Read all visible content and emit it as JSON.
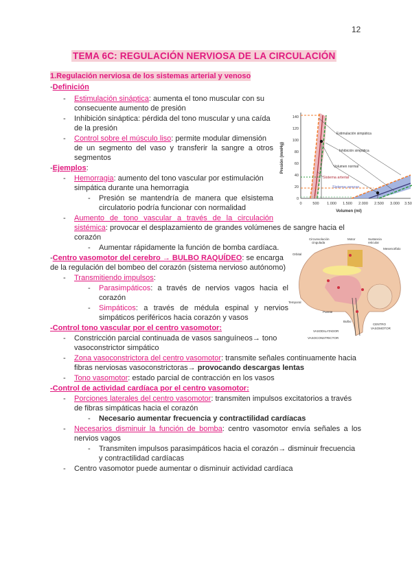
{
  "page_number": "12",
  "title": "TEMA 6C: REGULACIÓN NERVIOSA DE LA CIRCULACIÓN",
  "section1": {
    "heading": "1.Regulación nerviosa de los sistemas arterial y venoso",
    "definicion_label": "Definición",
    "definicion_items": [
      {
        "term": "Estimulación sináptica",
        "text1": ": aumenta el tono muscular con su",
        "text2": "consecuente aumento de presión"
      },
      {
        "term": "",
        "text1": "Inhibición sináptica: pérdida del tono muscular y una caída",
        "text2": "de la presión"
      },
      {
        "term": "Control sobre el músculo liso",
        "text1": ": permite modular dimensión",
        "text2": "de un segmento del vaso y transferir la sangre a otros",
        "text3": "segmentos"
      }
    ],
    "ejemplos_label": "Ejemplos",
    "ejemplos_items": [
      {
        "term": "Hemorragia",
        "text1": ": aumento del tono vascular por estimulación",
        "text2": "simpática durante una hemorragia",
        "sub": {
          "text1": "Presión se mantendría de manera que elsistema",
          "text2": "circulatorio podría funcionar con normalidad"
        }
      },
      {
        "term1": "Aumento de tono vascular a través de la circulación",
        "term2": "sistémica",
        "text1": ": provocar el desplazamiento de grandes volúmenes de sangre hacia el",
        "text2": "corazón",
        "sub": {
          "text1": "Aumentar rápidamente la función de bomba cardíaca."
        }
      }
    ]
  },
  "centro": {
    "heading": "Centro vasomotor del cerebro → BULBO RAQUÍDEO",
    "text1": ": se encarga",
    "text2": "de la regulación del bombeo del corazón (sistema nervioso autónomo)",
    "item_term": "Transmitiendo impulsos",
    "item_suffix": ":",
    "subitems": [
      {
        "term": "Parasimpáticos",
        "text1": ": a través de nervios vagos hacia el",
        "text2": "corazón"
      },
      {
        "term": "Simpáticos",
        "text1": ": a través de médula espinal y nervios",
        "text2": "simpáticos periféricos hacia corazón y vasos"
      }
    ]
  },
  "tono": {
    "heading": "-Control tono vascular por el centro vasomotor:",
    "items": [
      {
        "text1": "Constricción parcial continuada de vasos sanguíneos→ tono",
        "text2": "vasoconstrictor simpático"
      },
      {
        "term": "Zona vasoconstrictora del centro vasomotor",
        "text1": ": transmite señales continuamente hacia",
        "text2": "fibras nerviosas vasoconstrictoras→ ",
        "bold2": "provocando descargas lentas"
      },
      {
        "term": "Tono vasomotor",
        "text1": ": estado parcial de contracción en los vasos"
      }
    ]
  },
  "cardiaca": {
    "heading": "-Control de actividad cardíaca por el centro vasomotor:",
    "items": [
      {
        "term": "Porciones laterales del centro vasomotor",
        "text1": ": transmiten impulsos excitatorios a través",
        "text2": "de fibras simpáticas hacia el corazón",
        "sub": "Necesario aumentar frecuencia y contractilidad cardíacas"
      },
      {
        "term": "Necesarios disminuir la función de bomba",
        "text1": ": centro vasomotor envía señales a los",
        "text2": "nervios vagos",
        "sub1": "Transmiten impulsos parasimpáticos hacia el corazón→ disminuir frecuencia",
        "sub2": "y contractilidad cardíacas"
      },
      {
        "text1": "Centro vasomotor puede aumentar o disminuir actividad cardíaca"
      }
    ]
  },
  "chart_data": {
    "type": "line",
    "title": "",
    "xlabel": "Volumen (ml)",
    "ylabel": "Presión (mmHg)",
    "x_ticks": [
      "0",
      "500",
      "1.000",
      "1.500",
      "2.000",
      "2.500",
      "3.000",
      "3.500"
    ],
    "y_ticks": [
      "0",
      "20",
      "40",
      "60",
      "80",
      "100",
      "120",
      "140"
    ],
    "xlim": [
      0,
      3500
    ],
    "ylim": [
      0,
      150
    ],
    "series": [
      {
        "name": "Sistema arterial (normal)",
        "color": "#b0303c",
        "x": [
          450,
          550,
          650,
          750
        ],
        "y": [
          0,
          40,
          100,
          145
        ]
      },
      {
        "name": "Sistema arterial (estimulación simpática)",
        "color": "#f07a2a",
        "x": [
          300,
          450,
          600,
          650
        ],
        "y": [
          0,
          40,
          110,
          150
        ]
      },
      {
        "name": "Sistema arterial (inhibición simpática)",
        "color": "#2a9a3a",
        "x": [
          500,
          650,
          750,
          800
        ],
        "y": [
          0,
          40,
          110,
          145
        ]
      },
      {
        "name": "Sistema venoso (normal)",
        "color": "#3a3a7a",
        "x": [
          2200,
          3500
        ],
        "y": [
          0,
          25
        ]
      },
      {
        "name": "Sistema venoso (estimulación simpática)",
        "color": "#f07a2a",
        "x": [
          1600,
          3500
        ],
        "y": [
          0,
          37
        ]
      },
      {
        "name": "Sistema venoso (inhibición simpática)",
        "color": "#2a9a3a",
        "x": [
          2500,
          3600
        ],
        "y": [
          0,
          25
        ]
      }
    ],
    "points": [
      {
        "label": "Volumen normal arterial",
        "x": 700,
        "y": 100
      },
      {
        "label": "Volumen normal venoso",
        "x": 2500,
        "y": 7
      }
    ],
    "annotations": [
      "Estimulación simpática",
      "Inhibición simpática",
      "Volumen normal",
      "Sistema arterial",
      "Sistema venoso"
    ]
  },
  "brain_figure": {
    "labels": [
      "Circunvolución cingulada",
      "Motor",
      "Sustancia reticular",
      "Mesencéfalo",
      "Orbital",
      "Temporal",
      "Puente",
      "Bulbo",
      "CENTRO VASOMOTOR",
      "VASODILATADOR",
      "VASOCONSTRICTOR"
    ]
  }
}
